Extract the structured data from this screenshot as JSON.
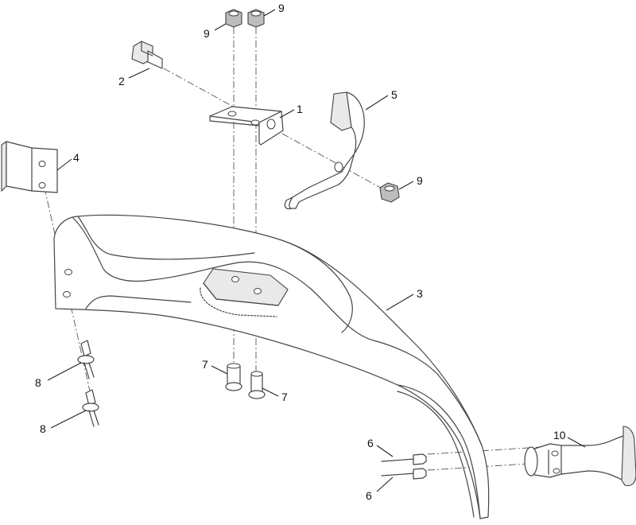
{
  "callouts": [
    {
      "id": "c1",
      "label": "1"
    },
    {
      "id": "c2",
      "label": "2"
    },
    {
      "id": "c3",
      "label": "3"
    },
    {
      "id": "c4",
      "label": "4"
    },
    {
      "id": "c5",
      "label": "5"
    },
    {
      "id": "c6a",
      "label": "6"
    },
    {
      "id": "c6b",
      "label": "6"
    },
    {
      "id": "c7a",
      "label": "7"
    },
    {
      "id": "c7b",
      "label": "7"
    },
    {
      "id": "c8a",
      "label": "8"
    },
    {
      "id": "c8b",
      "label": "8"
    },
    {
      "id": "c9a",
      "label": "9"
    },
    {
      "id": "c9b",
      "label": "9"
    },
    {
      "id": "c9c",
      "label": "9"
    },
    {
      "id": "c10",
      "label": "10"
    }
  ]
}
